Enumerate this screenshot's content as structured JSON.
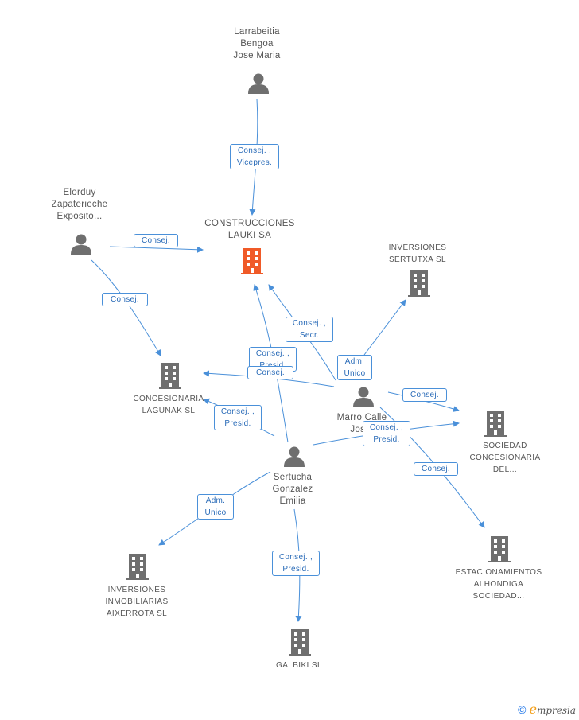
{
  "nodes": {
    "larrabeitia": "Larrabeitia\nBengoa\nJose Maria",
    "elorduy": "Elorduy\nZapaterieche\nExposito...",
    "construcciones": "CONSTRUCCIONES\nLAUKI SA",
    "inversiones_sertutxa": "INVERSIONES\nSERTUTXA SL",
    "concesionaria_lagunak": "CONCESIONARIA\nLAGUNAK SL",
    "marro": "Marro Calle\nJos...",
    "sertucha": "Sertucha\nGonzalez\nEmilia",
    "sociedad_concesionaria": "SOCIEDAD\nCONCESIONARIA\nDEL...",
    "estacionamientos": "ESTACIONAMIENTOS\nALHONDIGA\nSOCIEDAD...",
    "inversiones_aixerrota": "INVERSIONES\nINMOBILIARIAS\nAIXERROTA SL",
    "galbiki": "GALBIKI SL"
  },
  "relations": {
    "larr_cons": "Consej. ,\nVicepres.",
    "elor_cons": "Consej.",
    "elor_lag": "Consej.",
    "marro_cons": "Consej. ,\nSecr.",
    "sert_cons": "Consej. ,\nPresid.",
    "marro_sertutxa": "Adm.\nUnico",
    "marro_lag": "Consej.",
    "sert_lag": "Consej. ,\nPresid.",
    "marro_soc": "Consej.",
    "sert_soc": "Consej. ,\nPresid.",
    "marro_est": "Consej.",
    "sert_aix": "Adm.\nUnico",
    "sert_gal": "Consej. ,\nPresid."
  },
  "footer": {
    "copyright": "©",
    "brand_initial": "e",
    "brand_rest": "mpresia"
  },
  "colors": {
    "focus": "#f05a28",
    "company": "#6f6f6f",
    "person": "#6f6f6f",
    "edge": "#4a90d9"
  }
}
